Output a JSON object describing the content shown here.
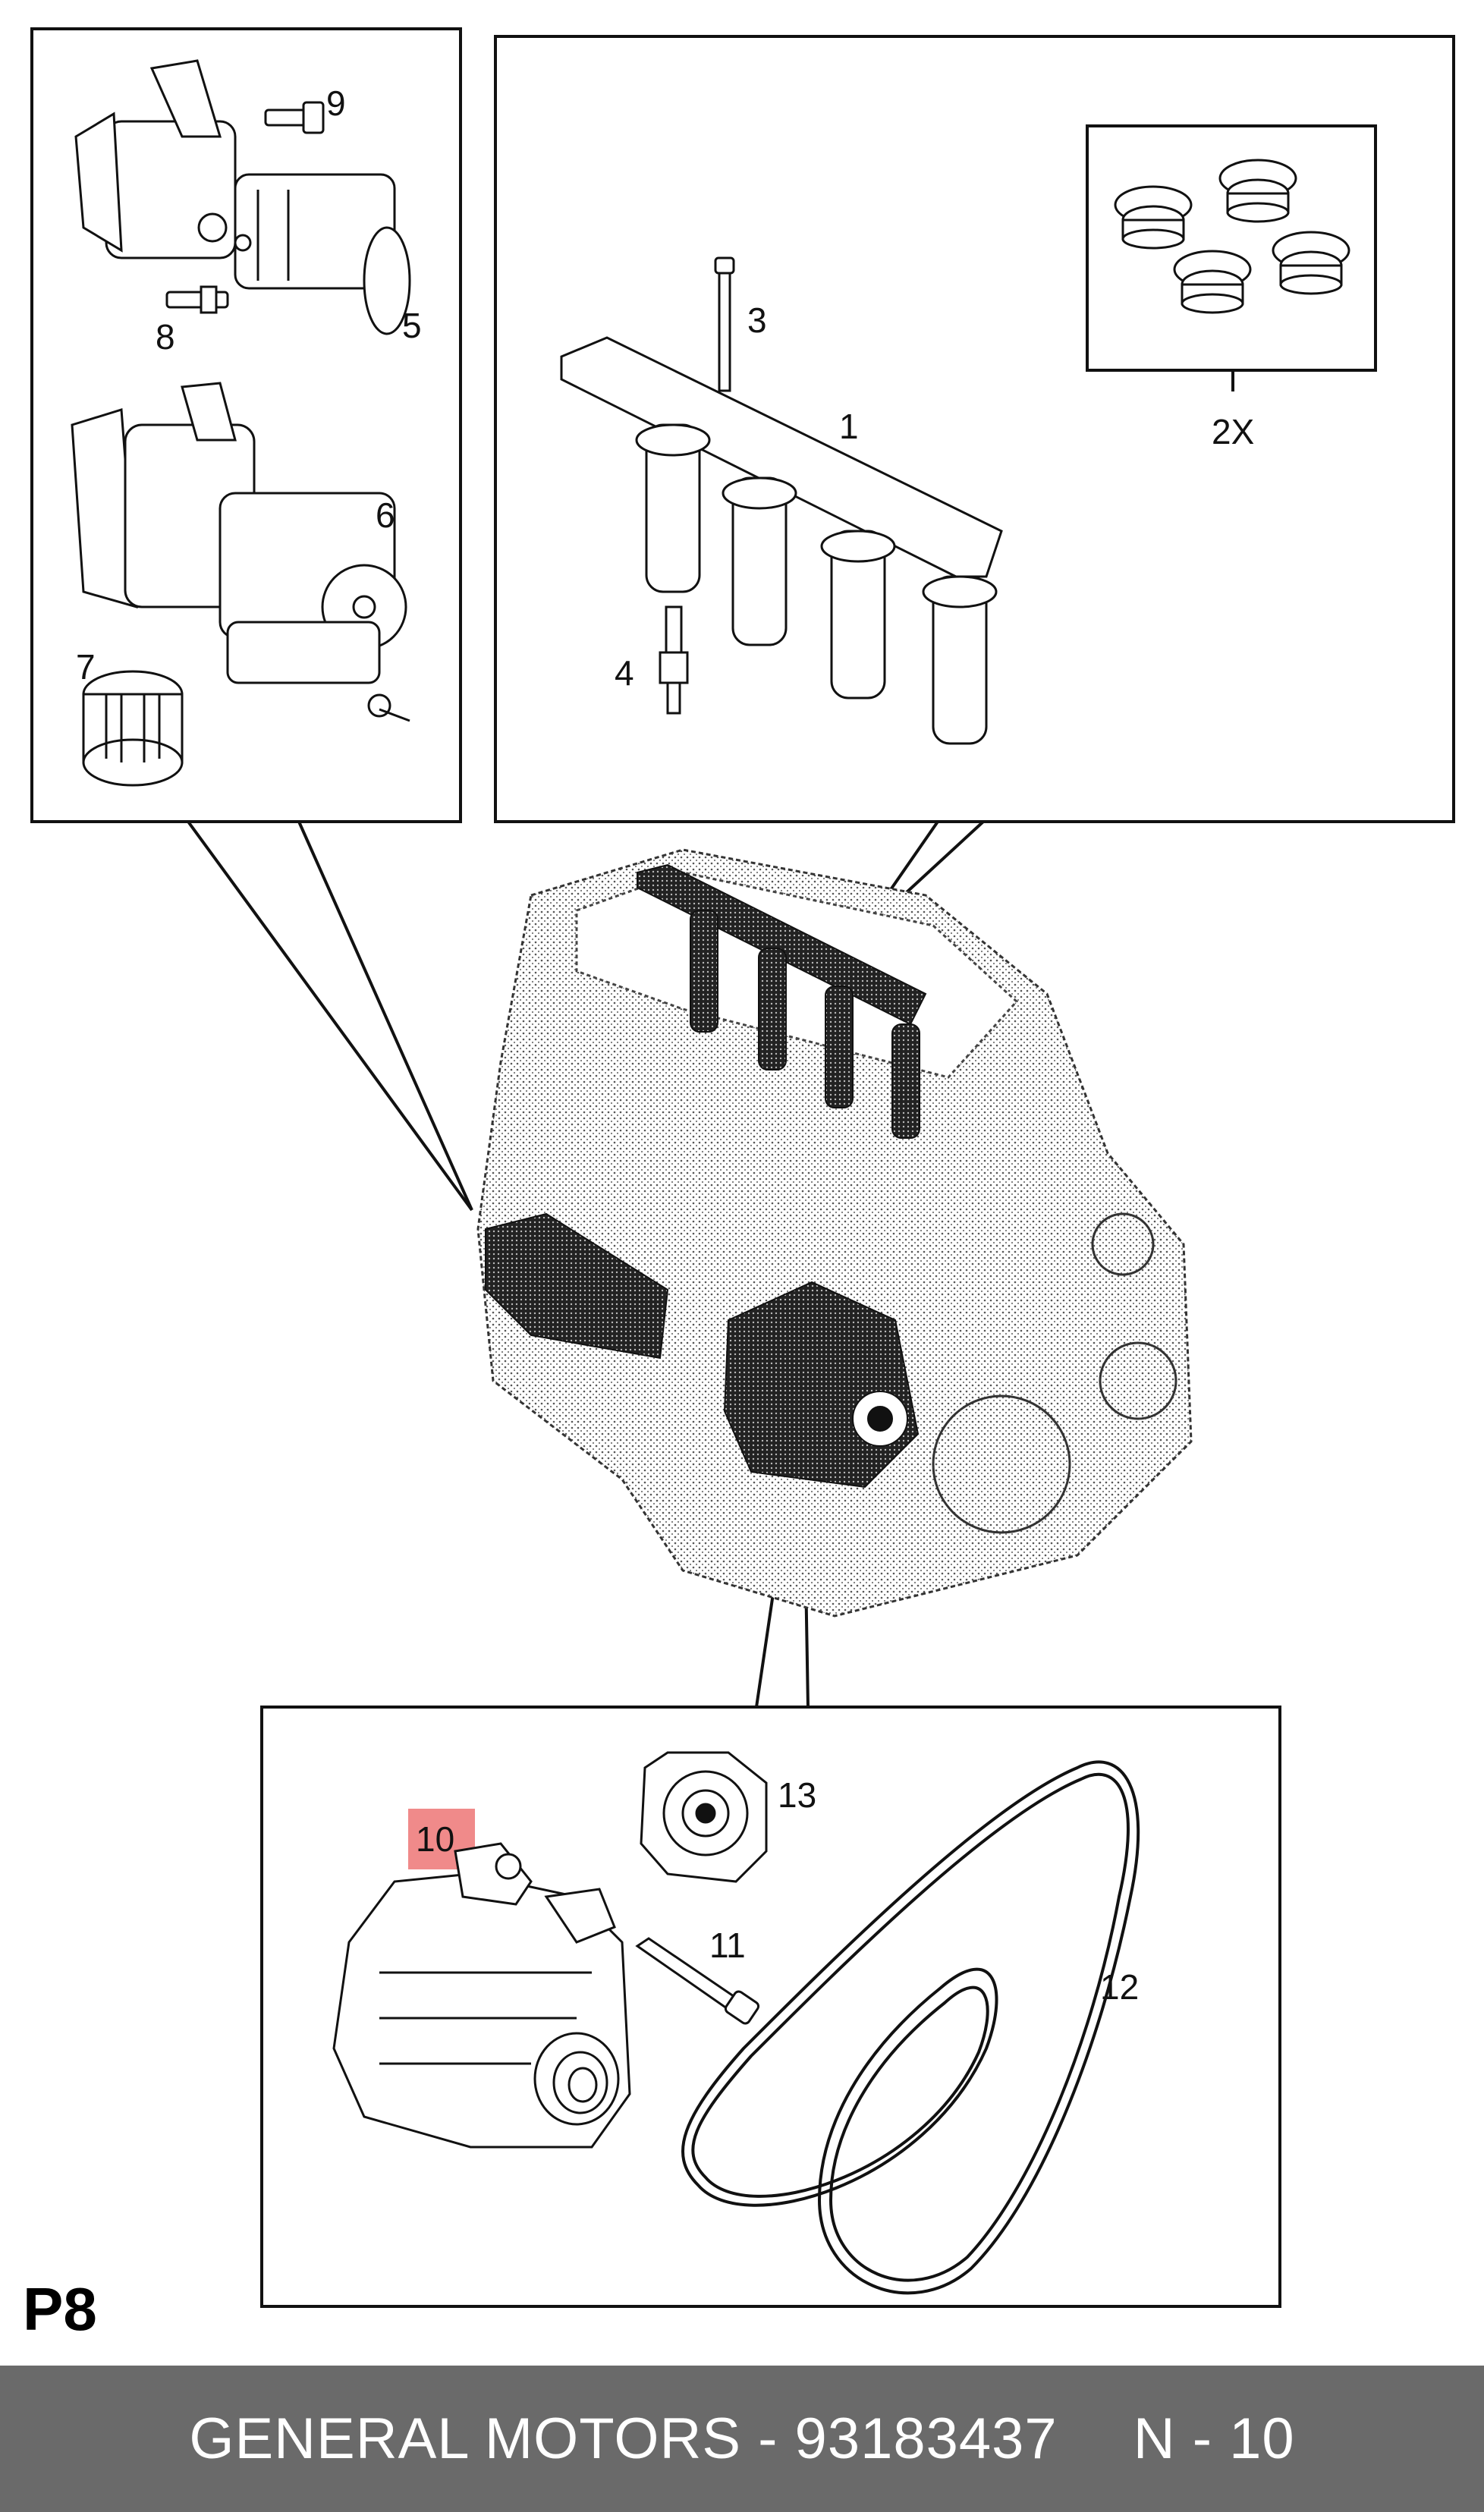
{
  "panels": {
    "starter": {
      "callouts": {
        "c5": "5",
        "c6": "6",
        "c7": "7",
        "c8": "8",
        "c9": "9"
      }
    },
    "ignition": {
      "callouts": {
        "c1": "1",
        "c2x": "2X",
        "c3": "3",
        "c4": "4"
      }
    },
    "alternator": {
      "callouts": {
        "c10": "10",
        "c11": "11",
        "c12": "12",
        "c13": "13"
      }
    }
  },
  "highlight_color": "#f08a8a",
  "page_code": "P8",
  "footer": {
    "brand_part": "GENERAL MOTORS - 93183437",
    "ref": "N - 10"
  }
}
